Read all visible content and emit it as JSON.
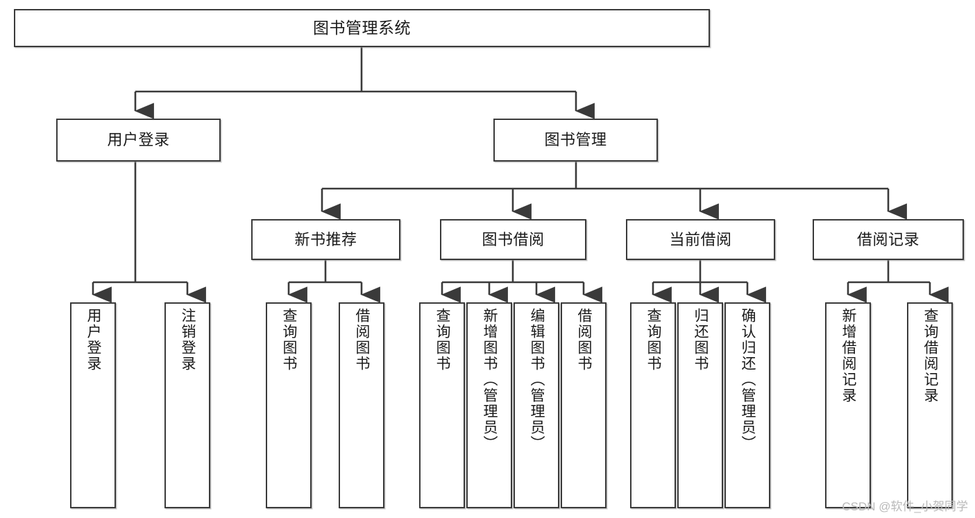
{
  "diagram": {
    "title": "图书管理系统",
    "watermark": "CSDN @软件_小贺同学",
    "line_color": "#3a3a3a",
    "box_border_color": "#3a3a3a",
    "background_color": "#ffffff",
    "text_color": "#1a1a1a",
    "levels": {
      "root": {
        "label": "图书管理系统"
      },
      "level2": [
        {
          "label": "用户登录"
        },
        {
          "label": "图书管理"
        }
      ],
      "level3": [
        {
          "label": "新书推荐"
        },
        {
          "label": "图书借阅"
        },
        {
          "label": "当前借阅"
        },
        {
          "label": "借阅记录"
        }
      ],
      "leaves": [
        {
          "label": "用户登录",
          "parent": "用户登录"
        },
        {
          "label": "注销登录",
          "parent": "用户登录"
        },
        {
          "label": "查询图书",
          "parent": "新书推荐"
        },
        {
          "label": "借阅图书",
          "parent": "新书推荐"
        },
        {
          "label": "查询图书",
          "parent": "图书借阅"
        },
        {
          "label": "新增图书（管理员）",
          "parent": "图书借阅"
        },
        {
          "label": "编辑图书（管理员）",
          "parent": "图书借阅"
        },
        {
          "label": "借阅图书",
          "parent": "图书借阅"
        },
        {
          "label": "查询图书",
          "parent": "当前借阅"
        },
        {
          "label": "归还图书",
          "parent": "当前借阅"
        },
        {
          "label": "确认归还（管理员）",
          "parent": "当前借阅"
        },
        {
          "label": "新增借阅记录",
          "parent": "借阅记录"
        },
        {
          "label": "查询借阅记录",
          "parent": "借阅记录"
        }
      ]
    }
  }
}
